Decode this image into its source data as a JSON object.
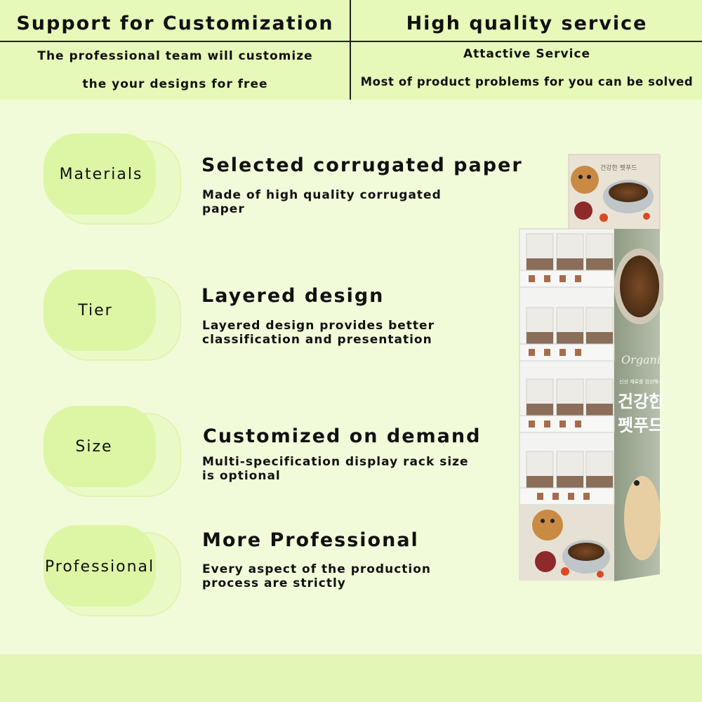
{
  "header": {
    "left": {
      "title": "Support for Customization",
      "line1": "The professional team will customize",
      "line2": "the your designs for free"
    },
    "right": {
      "title": "High quality service",
      "line1": "Attactive Service",
      "line2": "Most of  product problems for you can be solved"
    }
  },
  "features": [
    {
      "label": "Materials",
      "title": "Selected corrugated paper",
      "desc": "Made of high quality corrugated paper"
    },
    {
      "label": "Tier",
      "title": "Layered design",
      "desc": "Layered design provides better classification and presentation"
    },
    {
      "label": "Size",
      "title": "Customized on demand",
      "desc": "Multi-specification display rack size is optional"
    },
    {
      "label": "Professional",
      "title": "More Professional",
      "desc": "Every aspect of the production process are strictly"
    }
  ],
  "product": {
    "header_text": "건강한 펫푸드",
    "side_script": "Organic",
    "side_small": "신선 재료를 엄선해서 만",
    "side_big_1": "건강한",
    "side_big_2": "펫푸드"
  },
  "colors": {
    "background": "#f1fbd9",
    "header_band": "#e6f9b9",
    "blob": "#dcf6a6",
    "rack_green": "#9aa690"
  }
}
